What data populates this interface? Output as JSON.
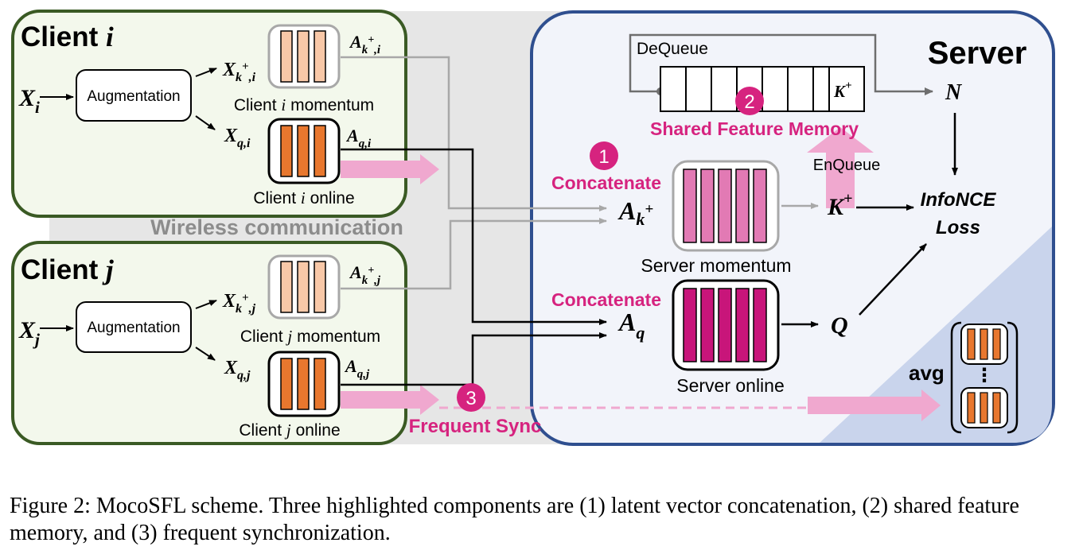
{
  "client_i": {
    "title_prefix": "Client ",
    "title_var": "i",
    "input": "X",
    "input_sub": "i",
    "augmentation": "Augmentation",
    "x_k": "X",
    "x_k_sub": "k",
    "x_k_sup": "+",
    "x_k_sub2": ",i",
    "x_q": "X",
    "x_q_sub": "q,i",
    "a_k": "A",
    "a_k_sub": "k",
    "a_k_sup": "+",
    "a_k_sub2": ",i",
    "a_q": "A",
    "a_q_sub": "q,i",
    "momentum_label_pre": "Client ",
    "momentum_label_var": "i",
    "momentum_label_post": " momentum",
    "online_label_pre": "Client ",
    "online_label_var": "i",
    "online_label_post": " online"
  },
  "client_j": {
    "title_prefix": "Client ",
    "title_var": "j",
    "input": "X",
    "input_sub": "j",
    "augmentation": "Augmentation",
    "x_k": "X",
    "x_k_sub": "k",
    "x_k_sup": "+",
    "x_k_sub2": ",j",
    "x_q": "X",
    "x_q_sub": "q,j",
    "a_k": "A",
    "a_k_sub": "k",
    "a_k_sup": "+",
    "a_k_sub2": ",j",
    "a_q": "A",
    "a_q_sub": "q,j",
    "momentum_label_pre": "Client ",
    "momentum_label_var": "j",
    "momentum_label_post": " momentum",
    "online_label_pre": "Client ",
    "online_label_var": "j",
    "online_label_post": " online"
  },
  "wireless": "Wireless communication",
  "server": {
    "title": "Server",
    "dequeue": "DeQueue",
    "enqueue": "EnQueue",
    "shared_memory": "Shared Feature Memory",
    "memory_end": "K",
    "memory_end_sup": "+",
    "n": "N",
    "concatenate_1": "Concatenate",
    "concatenate_2": "Concatenate",
    "a_k": "A",
    "a_k_sub": "k",
    "a_k_sup": "+",
    "a_q": "A",
    "a_q_sub": "q",
    "k_plus": "K",
    "k_plus_sup": "+",
    "q": "Q",
    "loss_1": "InfoNCE",
    "loss_2": "Loss",
    "momentum_label": "Server momentum",
    "online_label": "Server online",
    "avg": "avg",
    "vdots": "⋮"
  },
  "markers": {
    "one": "1",
    "two": "2",
    "three": "3"
  },
  "frequent_sync": "Frequent Sync",
  "caption": "Figure 2: MocoSFL scheme. Three highlighted components are (1) latent vector concatenation, (2) shared feature memory, and (3) frequent synchronization.",
  "colors": {
    "client_border": "#3a5a24",
    "client_fill": "#f3f8ec",
    "server_border": "#2f4f8f",
    "server_fill": "#f2f4fa",
    "magenta": "#d6237f",
    "pink_arrow": "#f0a8cf",
    "client_momentum_bar": "#f8c8a8",
    "client_online_bar": "#e8772e",
    "server_momentum_bar": "#e27ab4",
    "server_online_bar": "#c8157a",
    "wireless_bg": "#e6e6e6",
    "wireless_text": "#8c8c8c"
  }
}
